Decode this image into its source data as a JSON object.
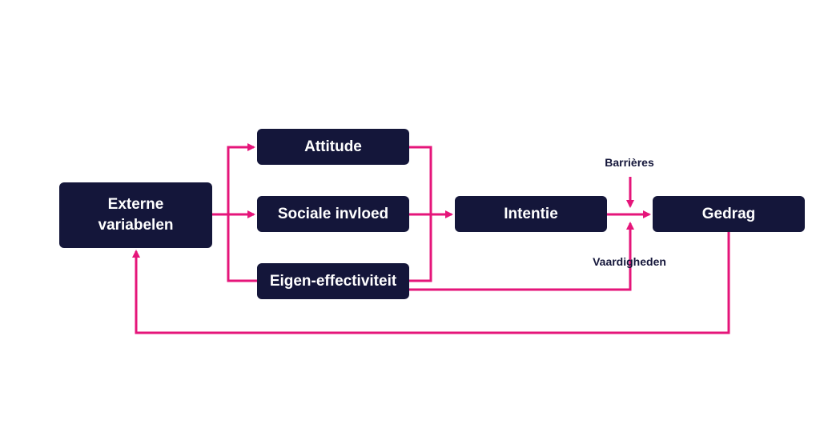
{
  "colors": {
    "node_background": "#14163a",
    "node_text": "#ffffff",
    "arrow": "#e5157a",
    "label_text": "#14163a"
  },
  "nodes": {
    "externe_variabelen": {
      "line1": "Externe",
      "line2": "variabelen"
    },
    "attitude": "Attitude",
    "sociale_invloed": "Sociale invloed",
    "eigen_effectiviteit": "Eigen-effectiviteit",
    "intentie": "Intentie",
    "gedrag": "Gedrag"
  },
  "labels": {
    "barrieres": "Barrières",
    "vaardigheden": "Vaardigheden"
  }
}
